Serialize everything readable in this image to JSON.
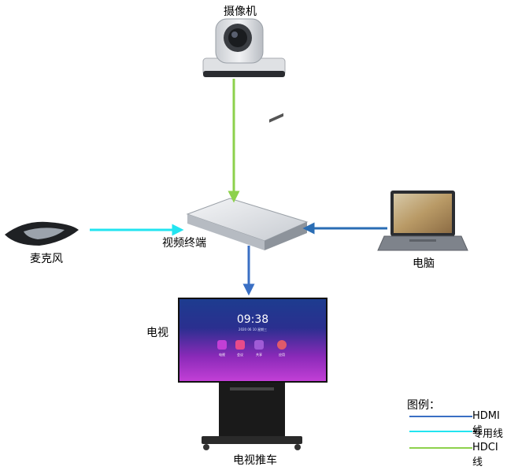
{
  "nodes": {
    "camera": {
      "label": "摄像机"
    },
    "terminal": {
      "label": "视频终端"
    },
    "microphone": {
      "label": "麦克风"
    },
    "computer": {
      "label": "电脑"
    },
    "tv": {
      "label": "电视"
    },
    "tv_cart": {
      "label": "电视推车"
    }
  },
  "tv_screen": {
    "time": "09:38",
    "date": "2020 06 10 星期三",
    "apps": [
      "电视",
      "会议",
      "共享",
      "应用"
    ]
  },
  "legend": {
    "title": "图例：",
    "items": [
      {
        "label": "HDMI线",
        "color": "#3a6fc4"
      },
      {
        "label": "专用线",
        "color": "#22e4f0"
      },
      {
        "label": "HDCI线",
        "color": "#8dd14c"
      }
    ]
  },
  "colors": {
    "hdmi": "#3a6fc4",
    "special": "#22e4f0",
    "hdci": "#8dd14c",
    "computer_arrow": "#2a6db4"
  }
}
